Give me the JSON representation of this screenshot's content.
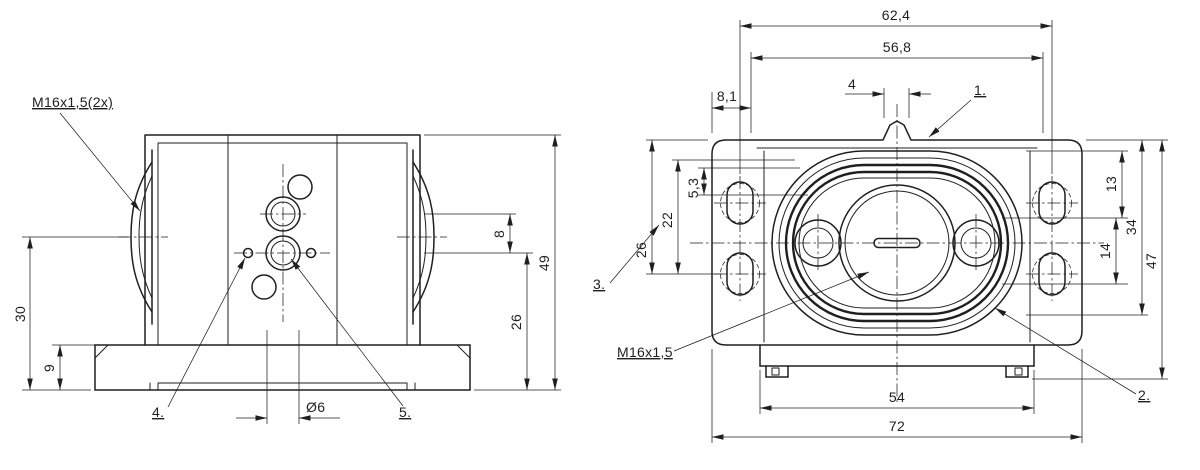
{
  "left_view": {
    "thread_callout": "M16x1,5(2x)",
    "label_4": "4.",
    "label_5": "5.",
    "dim_dia6": "Ø6",
    "dim_30": "30",
    "dim_9": "9",
    "dim_8": "8",
    "dim_26": "26",
    "dim_49": "49"
  },
  "right_view": {
    "thread_callout": "M16x1,5",
    "label_1": "1.",
    "label_2": "2.",
    "label_3": "3.",
    "dim_62_4": "62,4",
    "dim_56_8": "56,8",
    "dim_8_1": "8,1",
    "dim_4": "4",
    "dim_26": "26",
    "dim_22": "22",
    "dim_5_3": "5,3",
    "dim_13": "13",
    "dim_34": "34",
    "dim_14": "14",
    "dim_47": "47",
    "dim_54": "54",
    "dim_72": "72"
  }
}
